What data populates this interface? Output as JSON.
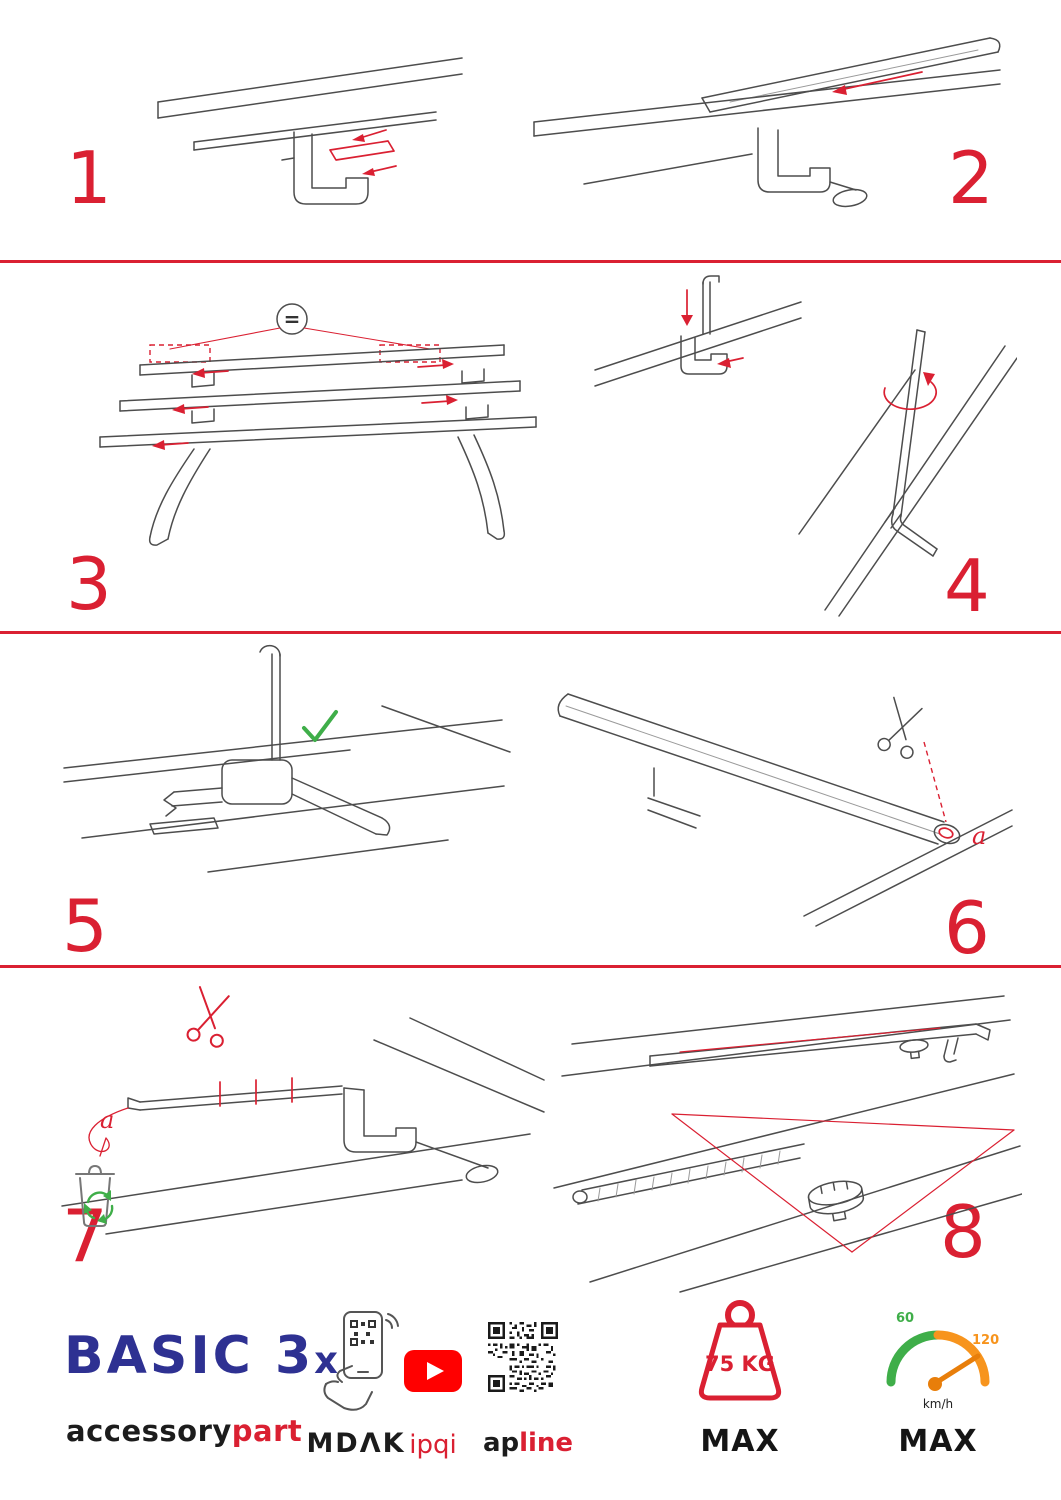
{
  "colors": {
    "accent": "#da2032",
    "green": "#3fae49",
    "orange": "#f7941d",
    "needle_orange": "#e87e0a",
    "navy": "#2e3192",
    "youtube_red": "#ff0000",
    "ink": "#4d4d4d"
  },
  "steps": [
    {
      "number": "1"
    },
    {
      "number": "2"
    },
    {
      "number": "3"
    },
    {
      "number": "4"
    },
    {
      "number": "5"
    },
    {
      "number": "6"
    },
    {
      "number": "7"
    },
    {
      "number": "8"
    }
  ],
  "annotations": {
    "equal_symbol": "=",
    "step6_label": "a",
    "step7_label": "a"
  },
  "footer": {
    "product_name_main": "BASIC 3",
    "product_name_suffix": "x",
    "brand_black": "accessory",
    "brand_red": "part",
    "logo_mdak": "MDΛK",
    "logo_ipqi": "ipqi",
    "logo_apline_black": "ap",
    "logo_apline_red": "line",
    "weight_value": "75 KG",
    "weight_max_label": "MAX",
    "speed_low": "60",
    "speed_high": "120",
    "speed_unit": "km/h",
    "speed_max_label": "MAX"
  }
}
